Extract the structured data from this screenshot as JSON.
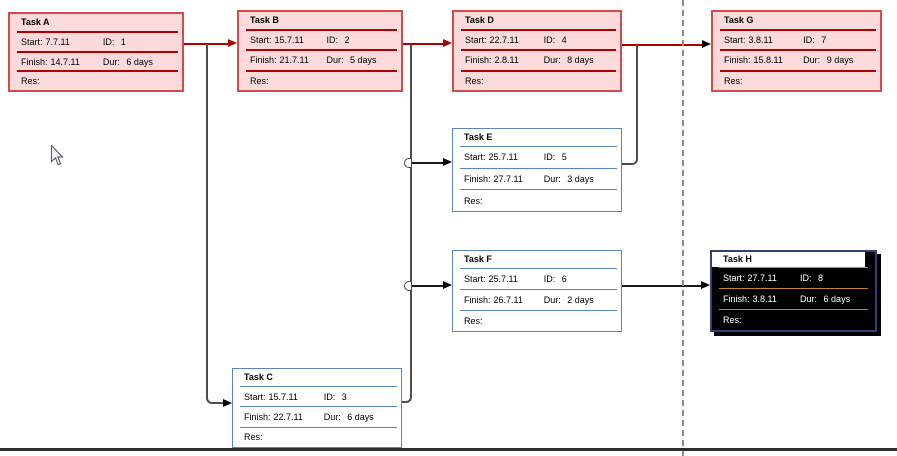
{
  "labels": {
    "start": "Start:",
    "id": "ID:",
    "finish": "Finish:",
    "dur": "Dur:",
    "res": "Res:"
  },
  "tasks": [
    {
      "name": "Task A",
      "start": "7.7.11",
      "id": "1",
      "finish": "14.7.11",
      "dur": "6 days",
      "res": "",
      "type": "critical"
    },
    {
      "name": "Task B",
      "start": "15.7.11",
      "id": "2",
      "finish": "21.7.11",
      "dur": "5 days",
      "res": "",
      "type": "critical"
    },
    {
      "name": "Task C",
      "start": "15.7.11",
      "id": "3",
      "finish": "22.7.11",
      "dur": "6 days",
      "res": "",
      "type": "normal"
    },
    {
      "name": "Task D",
      "start": "22.7.11",
      "id": "4",
      "finish": "2.8.11",
      "dur": "8 days",
      "res": "",
      "type": "critical"
    },
    {
      "name": "Task E",
      "start": "25.7.11",
      "id": "5",
      "finish": "27.7.11",
      "dur": "3 days",
      "res": "",
      "type": "normal"
    },
    {
      "name": "Task F",
      "start": "25.7.11",
      "id": "6",
      "finish": "26.7.11",
      "dur": "2 days",
      "res": "",
      "type": "normal"
    },
    {
      "name": "Task G",
      "start": "3.8.11",
      "id": "7",
      "finish": "15.8.11",
      "dur": "9 days",
      "res": "",
      "type": "critical"
    },
    {
      "name": "Task H",
      "start": "27.7.11",
      "id": "8",
      "finish": "3.8.11",
      "dur": "6 days",
      "res": "",
      "type": "selected"
    }
  ],
  "colors": {
    "critical_fill": "#fadada",
    "critical_border": "#d64a4a",
    "critical_line": "#b00000",
    "normal_border": "#5585c2",
    "selected_fill": "#000000",
    "selected_divider": "#c8832d",
    "connector_gray": "#4d4d4d",
    "connector_black": "#1a1a1a",
    "page_break": "#8a8a8a"
  },
  "icons": {
    "cursor": "mouse-pointer-arrow",
    "arrowhead": "triangle-right",
    "hop": "line-jump-semicircle"
  }
}
